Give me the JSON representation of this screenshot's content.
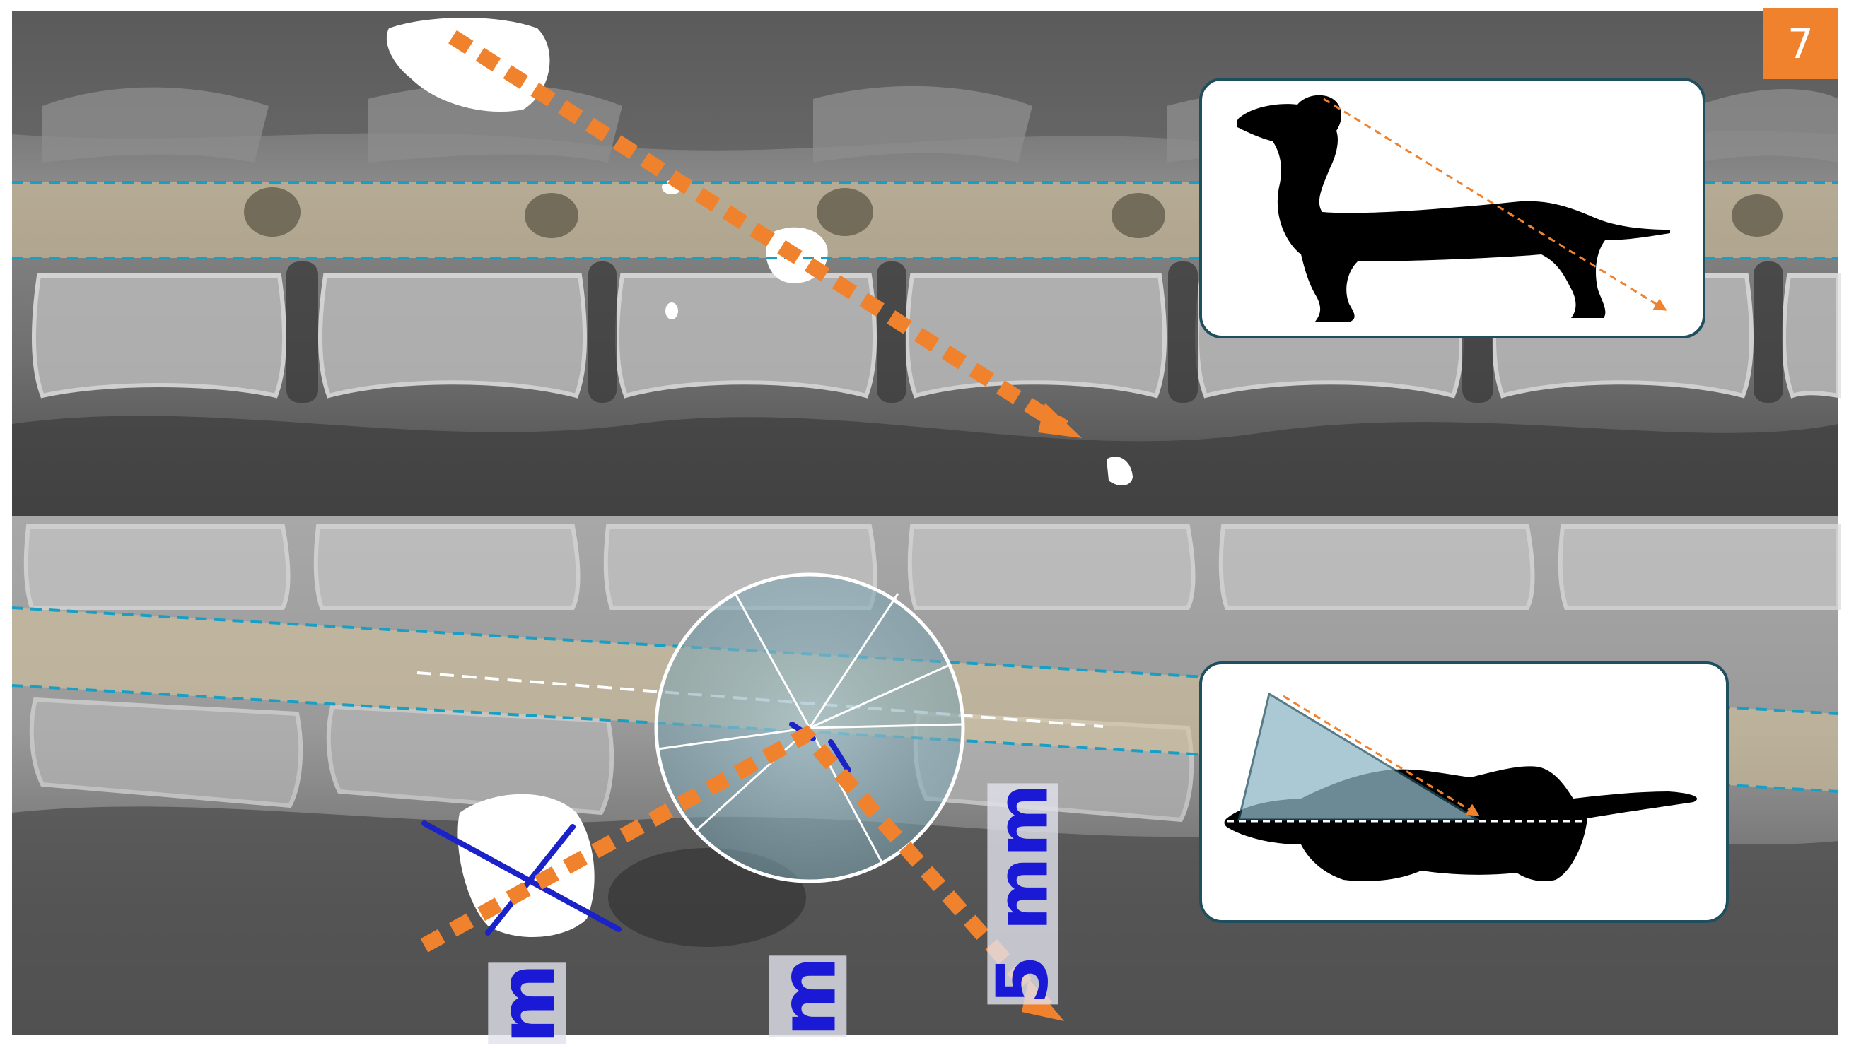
{
  "figure": {
    "panel_number": "7",
    "scale_labels": {
      "left": "m",
      "middle": "m",
      "right": "5 mm"
    },
    "colors": {
      "trajectory": "#f0822e",
      "canal_guides": "#1a9fc4",
      "spinal_canal_fill": "#d8c59a",
      "inset_border": "#1f4e5f",
      "measurement_lines": "#1b22c8",
      "cone_fill": "#8fb8c8",
      "badge": "#f0822e"
    },
    "icons": {
      "top_inset": "standing-dog-silhouette-icon",
      "bottom_inset": "lying-dog-silhouette-icon"
    }
  }
}
